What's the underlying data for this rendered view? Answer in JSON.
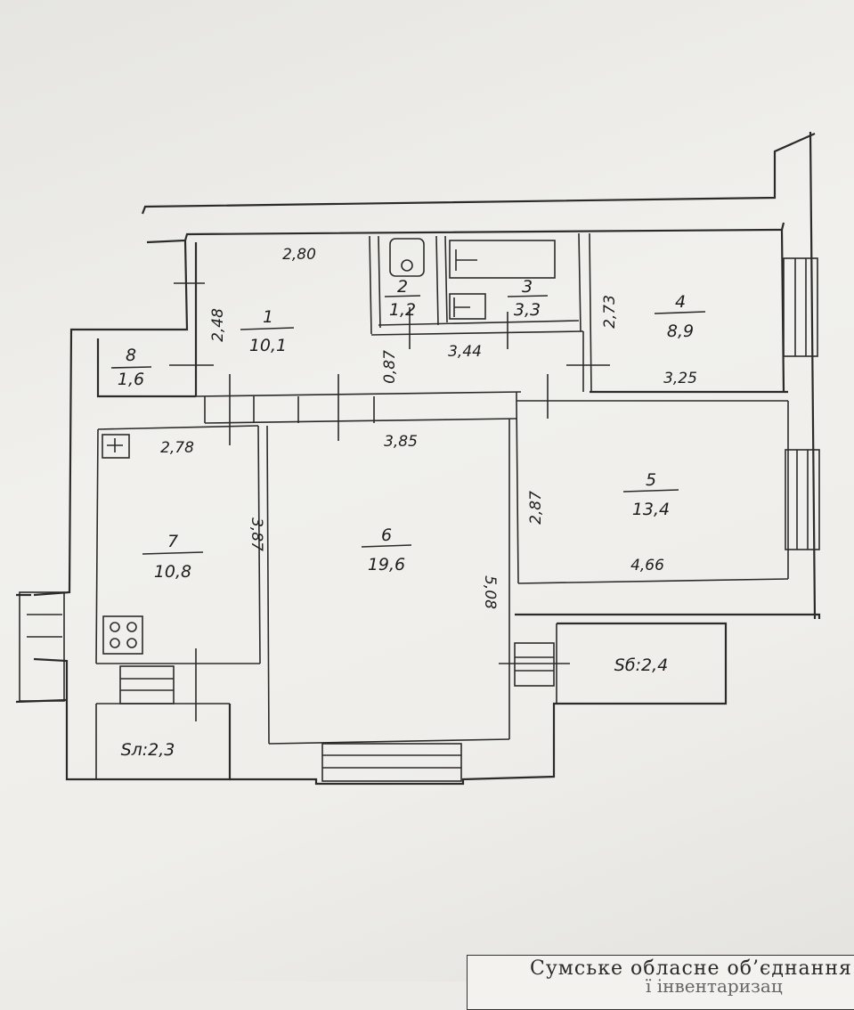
{
  "plan": {
    "rooms": [
      {
        "id": "1",
        "number": "1",
        "area": "10,1"
      },
      {
        "id": "2",
        "number": "2",
        "area": "1,2"
      },
      {
        "id": "3",
        "number": "3",
        "area": "3,3"
      },
      {
        "id": "4",
        "number": "4",
        "area": "8,9"
      },
      {
        "id": "5",
        "number": "5",
        "area": "13,4"
      },
      {
        "id": "6",
        "number": "6",
        "area": "19,6"
      },
      {
        "id": "7",
        "number": "7",
        "area": "10,8"
      },
      {
        "id": "8",
        "number": "8",
        "area": "1,6"
      }
    ],
    "dimensions": [
      "2,80",
      "2,48",
      "0,87",
      "3,44",
      "2,73",
      "3,25",
      "2,78",
      "3,85",
      "3,87",
      "2,87",
      "4,66",
      "5,08"
    ],
    "balconies": {
      "left": "Sл:2,3",
      "right": "Sб:2,4"
    }
  },
  "stamp": {
    "line1": "Сумське обласне об’єднання",
    "line2": "ї інвентаризац"
  }
}
